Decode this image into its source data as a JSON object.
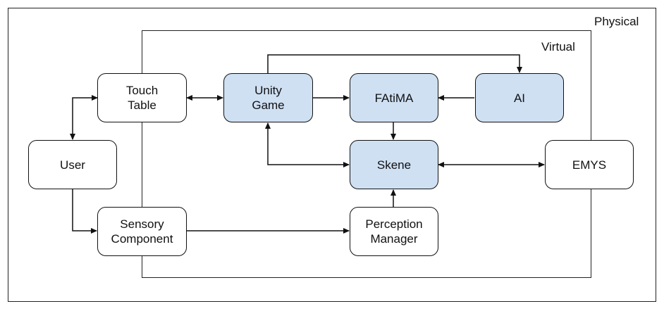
{
  "regions": {
    "physical": "Physical",
    "virtual": "Virtual"
  },
  "nodes": {
    "touch_table": "Touch\nTable",
    "unity_game": "Unity\nGame",
    "fatima": "FAtiMA",
    "ai": "AI",
    "user": "User",
    "skene": "Skene",
    "emys": "EMYS",
    "sensory_component": "Sensory\nComponent",
    "perception_manager": "Perception\nManager"
  },
  "colors": {
    "highlight": "#cfe0f3",
    "stroke": "#111111"
  },
  "edges": [
    {
      "from": "touch_table",
      "to": "unity_game",
      "direction": "both"
    },
    {
      "from": "touch_table",
      "to": "user",
      "direction": "both"
    },
    {
      "from": "user",
      "to": "sensory_component",
      "direction": "forward"
    },
    {
      "from": "unity_game",
      "to": "fatima",
      "direction": "forward"
    },
    {
      "from": "ai",
      "to": "fatima",
      "direction": "forward"
    },
    {
      "from": "unity_game",
      "to": "ai",
      "direction": "forward"
    },
    {
      "from": "fatima",
      "to": "skene",
      "direction": "forward"
    },
    {
      "from": "unity_game",
      "to": "skene",
      "direction": "both"
    },
    {
      "from": "skene",
      "to": "emys",
      "direction": "both"
    },
    {
      "from": "sensory_component",
      "to": "perception_manager",
      "direction": "forward"
    },
    {
      "from": "perception_manager",
      "to": "skene",
      "direction": "forward"
    }
  ]
}
